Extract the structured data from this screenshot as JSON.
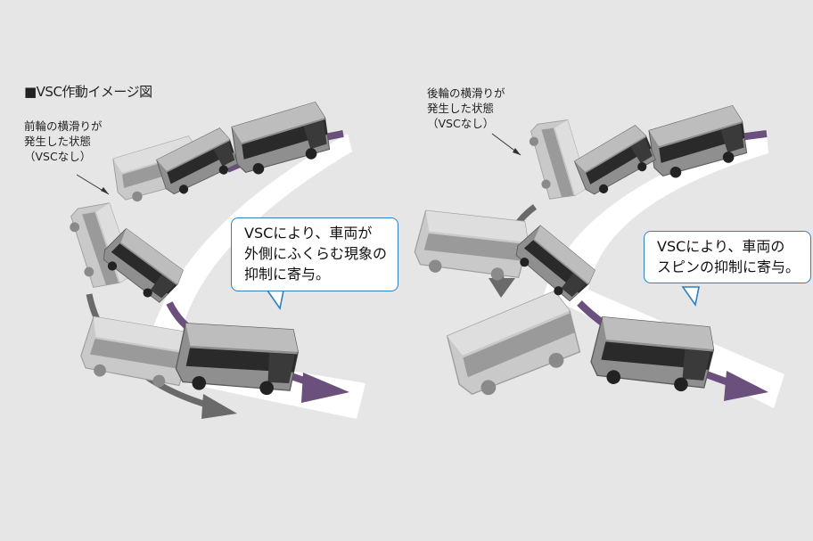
{
  "title": "■VSC作動イメージ図",
  "left": {
    "note": "前輪の横滑りが\n発生した状態\n（VSCなし）",
    "bubble": "VSCにより、車両が\n外側にふくらむ現象の\n抑制に寄与。"
  },
  "right": {
    "note": "後輪の横滑りが\n発生した状態\n（VSCなし）",
    "bubble": "VSCにより、車両の\nスピンの抑制に寄与。"
  },
  "colors": {
    "background": "#e6e6e6",
    "road": "#ffffff",
    "vsc_arrow": "#6b4f7c",
    "skid_arrow": "#6a6a6a",
    "bubble_border": "#2f7fc1",
    "bus_vsc": "#8c8c8c",
    "bus_ghost": "#c4c4c4"
  },
  "icons": [
    "bus-icon",
    "path-arrow-icon",
    "callout-pointer-icon",
    "leader-line-icon"
  ]
}
